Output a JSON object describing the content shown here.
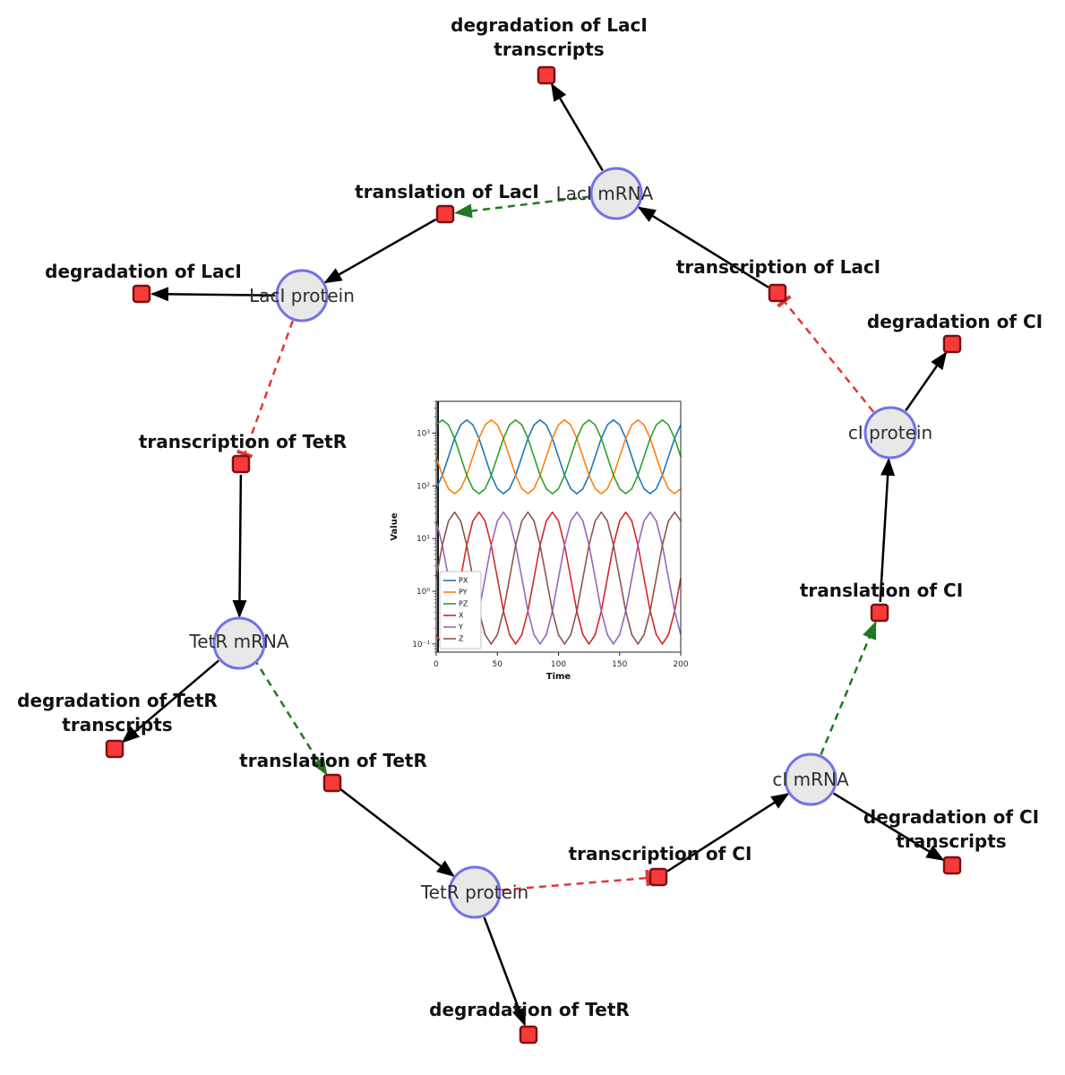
{
  "diagram": {
    "species": [
      {
        "id": "laci-mrna",
        "label": "LacI mRNA"
      },
      {
        "id": "laci-protein",
        "label": "LacI protein"
      },
      {
        "id": "ci-protein",
        "label": "cI protein"
      },
      {
        "id": "tetr-mrna",
        "label": "TetR mRNA"
      },
      {
        "id": "ci-mrna",
        "label": "cI mRNA"
      },
      {
        "id": "tetr-protein",
        "label": "TetR protein"
      }
    ],
    "reactions": [
      {
        "id": "deg-laci-transcripts",
        "lines": [
          "degradation of LacI",
          "transcripts"
        ]
      },
      {
        "id": "translation-laci",
        "lines": [
          "translation of LacI"
        ]
      },
      {
        "id": "deg-laci",
        "lines": [
          "degradation of LacI"
        ]
      },
      {
        "id": "transcription-laci",
        "lines": [
          "transcription of LacI"
        ]
      },
      {
        "id": "deg-ci",
        "lines": [
          "degradation of CI"
        ]
      },
      {
        "id": "transcription-tetr",
        "lines": [
          "transcription of TetR"
        ]
      },
      {
        "id": "deg-tetr-transcripts",
        "lines": [
          "degradation of TetR",
          "transcripts"
        ]
      },
      {
        "id": "translation-tetr",
        "lines": [
          "translation of TetR"
        ]
      },
      {
        "id": "translation-ci",
        "lines": [
          "translation of CI"
        ]
      },
      {
        "id": "transcription-ci",
        "lines": [
          "transcription of CI"
        ]
      },
      {
        "id": "deg-ci-transcripts",
        "lines": [
          "degradation of CI",
          "transcripts"
        ]
      },
      {
        "id": "deg-tetr",
        "lines": [
          "degradation of TetR"
        ]
      }
    ],
    "colors": {
      "species_fill": "#e8e8e8",
      "species_stroke": "#7272e8",
      "reaction_fill": "#f93a3a",
      "reaction_stroke": "#7a1212",
      "edge": "#000000",
      "modifier_edge": "#1f7a1f",
      "inhibition_edge": "#e63535",
      "label": "#111111"
    }
  },
  "chart_data": {
    "type": "line",
    "title": "",
    "xlabel": "Time",
    "ylabel": "Value",
    "x_ticks": [
      0,
      50,
      100,
      150,
      200
    ],
    "y_tick_values": [
      0.1,
      1,
      10,
      100,
      1000
    ],
    "y_ticks_labels": [
      "10⁻¹",
      "10⁰",
      "10¹",
      "10²",
      "10³"
    ],
    "y_scale": "log",
    "xlim": [
      0,
      200
    ],
    "ylim": [
      0.07,
      4000
    ],
    "grid": false,
    "legend_position": "lower left",
    "x_start": 0,
    "x_step": 5,
    "annotations": [
      {
        "type": "vline",
        "x": 1.5
      }
    ],
    "series": [
      {
        "name": "PX",
        "color": "#1f77b4",
        "values": [
          88,
          158,
          355,
          794,
          1432,
          1778,
          1432,
          794,
          355,
          158,
          88,
          71,
          88,
          158,
          355,
          794,
          1432,
          1778,
          1432,
          794,
          355,
          158,
          88,
          71,
          88,
          158,
          355,
          794,
          1432,
          1778,
          1432,
          794,
          355,
          158,
          88,
          71,
          88,
          158,
          355,
          794,
          1432
        ]
      },
      {
        "name": "PY",
        "color": "#ff7f0e",
        "values": [
          355,
          158,
          88,
          71,
          88,
          158,
          355,
          794,
          1432,
          1778,
          1432,
          794,
          355,
          158,
          88,
          71,
          88,
          158,
          355,
          794,
          1432,
          1778,
          1432,
          794,
          355,
          158,
          88,
          71,
          88,
          158,
          355,
          794,
          1432,
          1778,
          1432,
          794,
          355,
          158,
          88,
          71,
          88
        ]
      },
      {
        "name": "PZ",
        "color": "#2ca02c",
        "values": [
          1432,
          1778,
          1432,
          794,
          355,
          158,
          88,
          71,
          88,
          158,
          355,
          794,
          1432,
          1778,
          1432,
          794,
          355,
          158,
          88,
          71,
          88,
          158,
          355,
          794,
          1432,
          1778,
          1432,
          794,
          355,
          158,
          88,
          71,
          88,
          158,
          355,
          794,
          1432,
          1778,
          1432,
          794,
          355
        ]
      },
      {
        "name": "X",
        "color": "#d62728",
        "values": [
          0.15,
          0.1,
          0.15,
          0.42,
          1.78,
          7.5,
          21.5,
          31.6,
          21.5,
          7.5,
          1.78,
          0.42,
          0.15,
          0.1,
          0.15,
          0.42,
          1.78,
          7.5,
          21.5,
          31.6,
          21.5,
          7.5,
          1.78,
          0.42,
          0.15,
          0.1,
          0.15,
          0.42,
          1.78,
          7.5,
          21.5,
          31.6,
          21.5,
          7.5,
          1.78,
          0.42,
          0.15,
          0.1,
          0.15,
          0.42,
          1.78
        ]
      },
      {
        "name": "Y",
        "color": "#9467bd",
        "values": [
          21.5,
          7.5,
          1.78,
          0.42,
          0.15,
          0.1,
          0.15,
          0.42,
          1.78,
          7.5,
          21.5,
          31.6,
          21.5,
          7.5,
          1.78,
          0.42,
          0.15,
          0.1,
          0.15,
          0.42,
          1.78,
          7.5,
          21.5,
          31.6,
          21.5,
          7.5,
          1.78,
          0.42,
          0.15,
          0.1,
          0.15,
          0.42,
          1.78,
          7.5,
          21.5,
          31.6,
          21.5,
          7.5,
          1.78,
          0.42,
          0.15
        ]
      },
      {
        "name": "Z",
        "color": "#8c564b",
        "values": [
          1.78,
          7.5,
          21.5,
          31.6,
          21.5,
          7.5,
          1.78,
          0.42,
          0.15,
          0.1,
          0.15,
          0.42,
          1.78,
          7.5,
          21.5,
          31.6,
          21.5,
          7.5,
          1.78,
          0.42,
          0.15,
          0.1,
          0.15,
          0.42,
          1.78,
          7.5,
          21.5,
          31.6,
          21.5,
          7.5,
          1.78,
          0.42,
          0.15,
          0.1,
          0.15,
          0.42,
          1.78,
          7.5,
          21.5,
          31.6,
          21.5
        ]
      }
    ]
  }
}
